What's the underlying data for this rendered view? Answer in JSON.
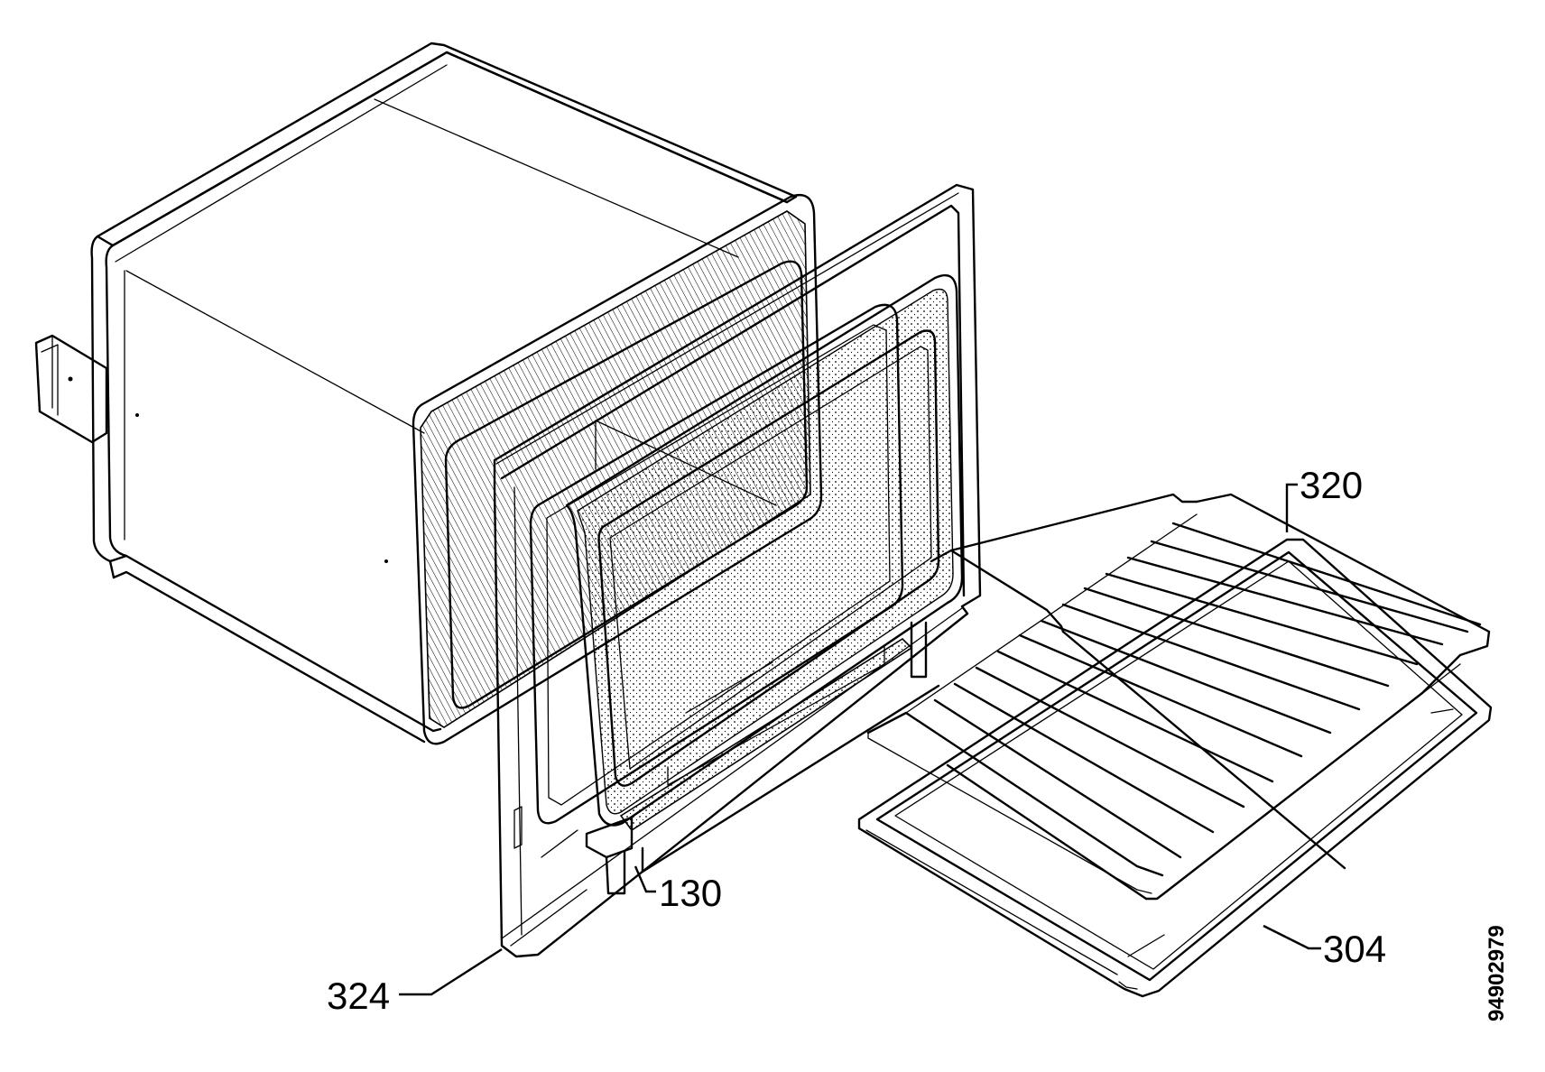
{
  "callouts": {
    "c320": "320",
    "c130": "130",
    "c304": "304",
    "c324": "324"
  },
  "document_number": "94902979"
}
